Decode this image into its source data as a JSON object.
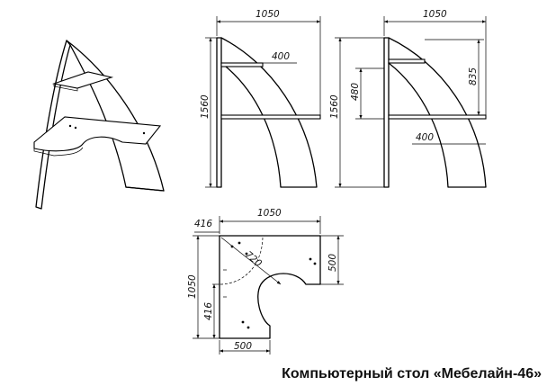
{
  "caption": "Компьютерный стол «Мебелайн-46»",
  "dimensions": {
    "front_width": "1050",
    "front_height": "1560",
    "front_shelf": "400",
    "side_width": "1050",
    "side_height": "1560",
    "side_shelf_top": "480",
    "side_upper": "835",
    "side_shelf_low": "400",
    "plan_width": "1050",
    "plan_left_offset": "416",
    "plan_height": "1050",
    "plan_left_height": "416",
    "plan_right_height": "500",
    "plan_bottom": "500",
    "plan_diag": "720"
  }
}
